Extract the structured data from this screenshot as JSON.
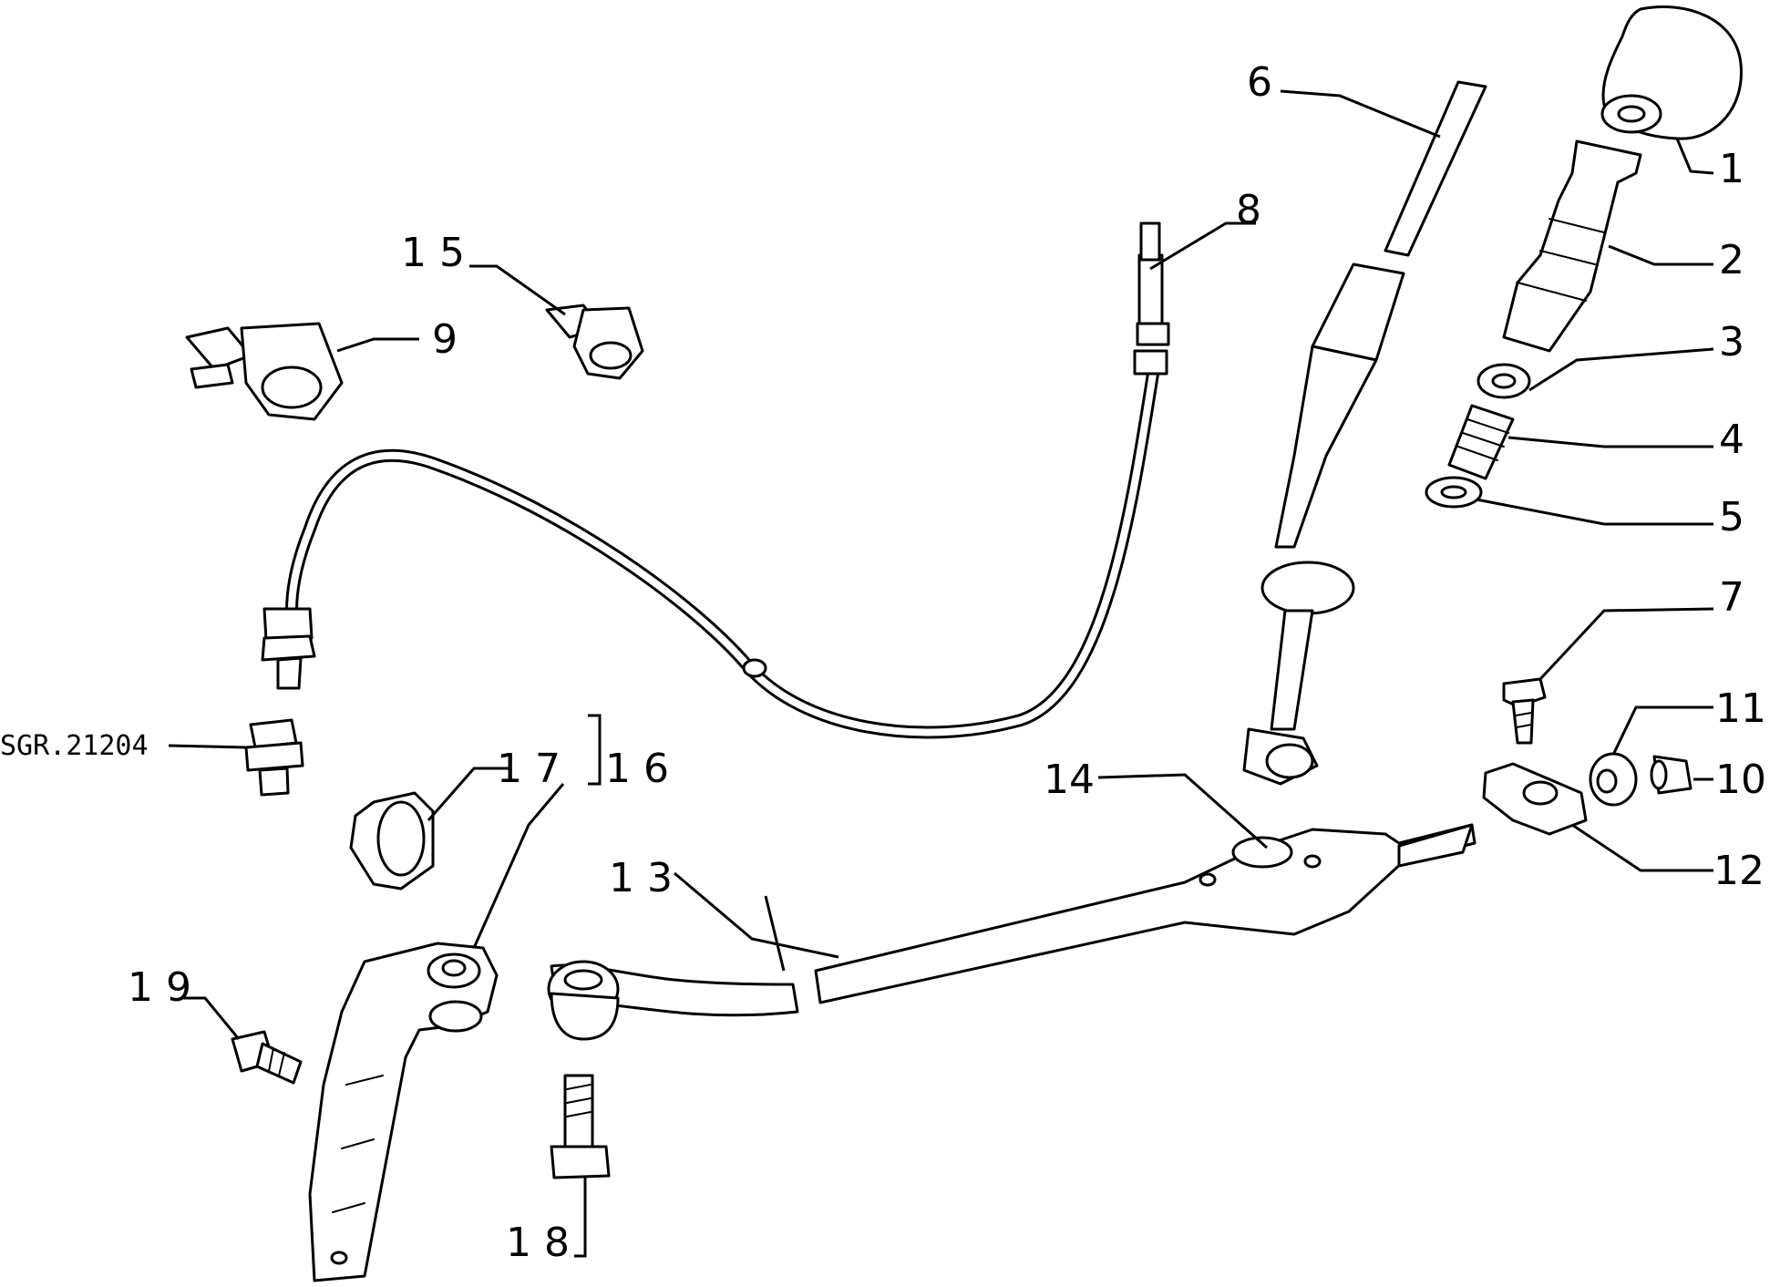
{
  "diagram": {
    "reference_code": "SGR.21204",
    "callouts": [
      {
        "id": "1",
        "text": "1"
      },
      {
        "id": "2",
        "text": "2"
      },
      {
        "id": "3",
        "text": "3"
      },
      {
        "id": "4",
        "text": "4"
      },
      {
        "id": "5",
        "text": "5"
      },
      {
        "id": "6",
        "text": "6"
      },
      {
        "id": "7",
        "text": "7"
      },
      {
        "id": "8",
        "text": "8"
      },
      {
        "id": "9",
        "text": "9"
      },
      {
        "id": "10",
        "text": "10"
      },
      {
        "id": "11",
        "text": "11"
      },
      {
        "id": "12",
        "text": "12"
      },
      {
        "id": "13",
        "text": "1 3"
      },
      {
        "id": "14",
        "text": "14"
      },
      {
        "id": "15",
        "text": "1 5"
      },
      {
        "id": "16",
        "text": "1 6"
      },
      {
        "id": "17",
        "text": "1 7"
      },
      {
        "id": "18",
        "text": "1 8"
      },
      {
        "id": "19",
        "text": "1 9"
      }
    ]
  }
}
